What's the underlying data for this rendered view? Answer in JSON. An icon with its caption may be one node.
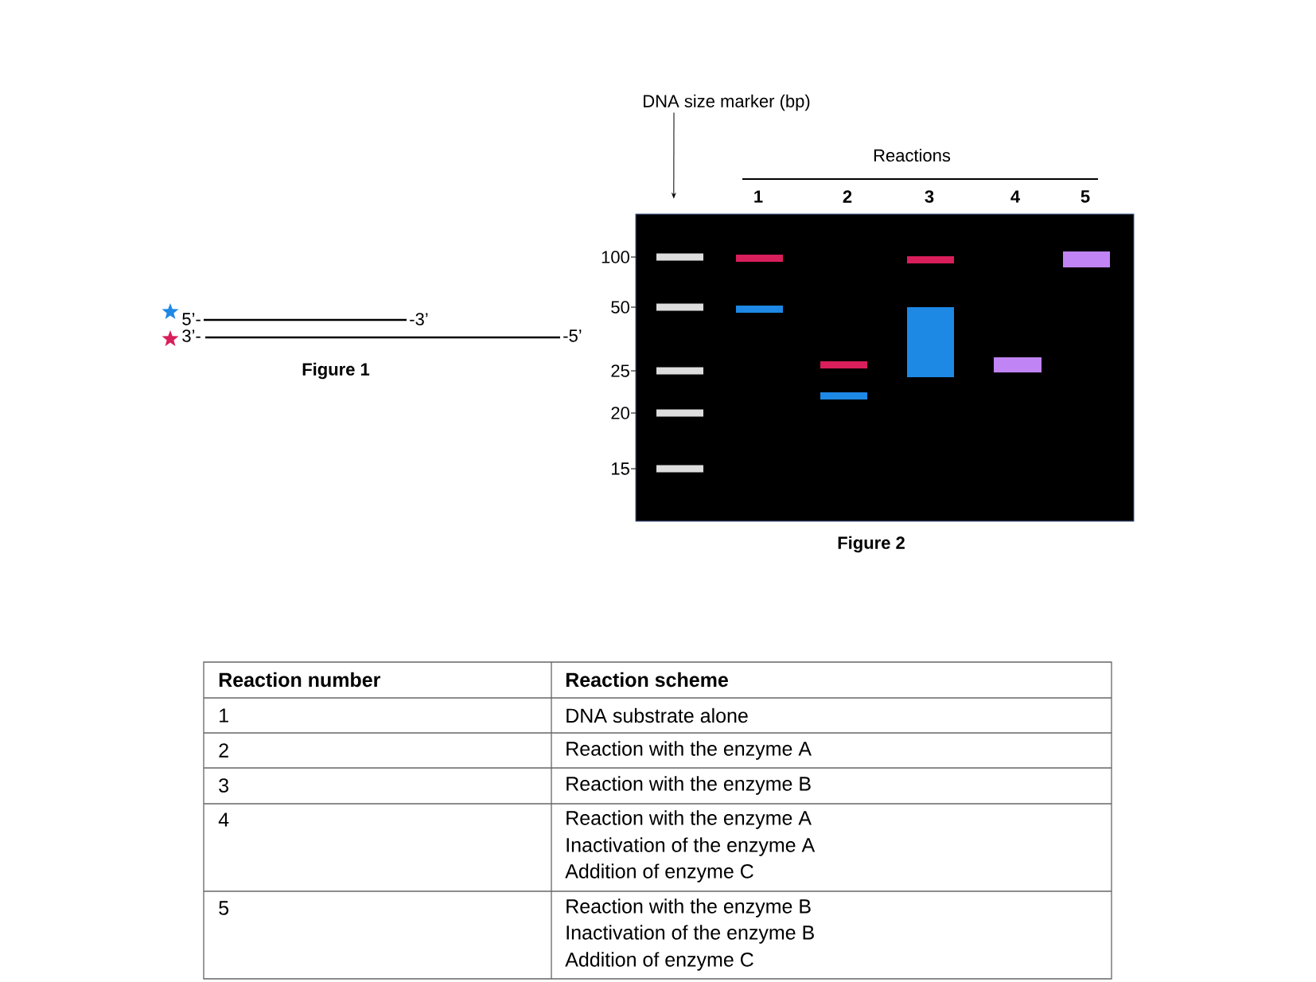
{
  "diagram": {
    "nodes": [
      {
        "text": [
          "DNA size marker (bp)"
        ]
      },
      {
        "text": [],
        "shape": "bar"
      }
    ],
    "edges": [
      {
        "from": 0,
        "to": 1,
        "arrow": "to"
      }
    ],
    "labels": [
      "Reactions",
      "1",
      "2",
      "3",
      "4",
      "5",
      "100",
      "5’-",
      "-3’",
      "50",
      "3’-",
      "-5’",
      "25",
      "Figure 1",
      "20",
      "15",
      "Figure 2",
      "Reaction number",
      "Reaction scheme",
      "1",
      "DNA substrate alone",
      "2",
      "Reaction with the enzyme A",
      "3",
      "Reaction with the enzyme B",
      "4",
      "Reaction with the enzyme A",
      "Inactivation of the enzyme A",
      "Addition of enzyme C",
      "5",
      "Reaction with the enzyme B",
      "Inactivation of the enzyme B",
      "Addition of enzyme C"
    ]
  }
}
